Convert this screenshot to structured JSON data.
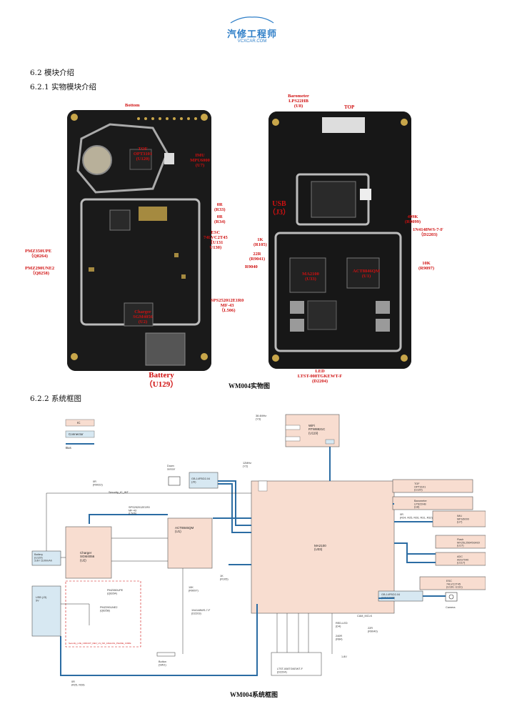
{
  "header": {
    "logo_cn": "汽修工程师",
    "logo_url": "VCXCAR.COM"
  },
  "sections": {
    "s1": "6.2 模块介绍",
    "s2": "6.2.1 实物模块介绍",
    "s3": "6.2.2 系统框图"
  },
  "photo": {
    "caption": "WM004实物图",
    "bottom_title": "Bottom",
    "top_title": "TOP",
    "bottom_labels": {
      "tof": "TOF\nOPT3101\n(U120)",
      "imu": "IMU\nMPU6000\n(U7)",
      "r33": "0R\n(R33)",
      "r34": "0R\n(R34)",
      "esc": "ESC\n74LVC2T45\n（U131\nU130)",
      "q8264": "PMZ350UPE\n（Q8264)",
      "q8258": "PMZ290UNE2\n（Q8258)",
      "l506": "SPS252012E1R0\nMF-43\n（L506)",
      "charger": "Charger\nSGM4056\n(U2)",
      "battery": "Battery\n（U129）"
    },
    "top_labels": {
      "baro": "Barometer\nLPS22HB\n(U8)",
      "usb": "USB\n（J3）",
      "r9099": "499K\n(R9099)",
      "d2203": "1N4148WS-7-F\n（D2203)",
      "r105": "1K\n(R105)",
      "r9041": "22R\n(R9041)",
      "r9040": "R9040",
      "r9097": "10K\n(R9097)",
      "led": "LED\nLTST-008TGKEWT-F\n(D2204)",
      "mcu": "MA2100\n(U33)",
      "act": "ACT8846QM\n(U1)"
    }
  },
  "diagram": {
    "caption": "WM004系统框图",
    "legend": {
      "ic": "IC",
      "connector": "Connector",
      "bus": "Bus"
    },
    "blocks": {
      "wifi": "WiFi\nRTW8821C\n(U119)",
      "main": "MA2100\n(U33)",
      "pmic": "ACT8846QM\n(U1)",
      "charger": "Charger\nSGM4056\n(U2)",
      "battery": "Battery\n(U129)\n3.8V 1100mAh",
      "usb": "USB (J3)\n5V",
      "tof": "TOF\nOPT3101\n(U120)",
      "baro": "Barometer\nLPS22HB\n(U8)",
      "imu": "IMU\nMPU6000\n(U7)",
      "flash": "Flash\nMX25L25645GM2I\n(U17)",
      "adc": "ADC\nADS7040\n(U117)",
      "esc": "ESC\n74LVC2T45\n(U130, U131)",
      "camera": "Camera",
      "down_sensor": "Down\nsensor",
      "led": "LTST-008TGKEWT-F\n(D2204)",
      "button": "Button\n(SW1)",
      "fpc_down": "GB-14FBD2-04\n(J9)",
      "fpc_cam": "GB-14FBD2-04\n(SW10005)"
    },
    "labels": {
      "xtal": "38.4MHz\n(Y3)",
      "xtal2": "12MHz\n(Y2)",
      "security": "Security_IC_INT",
      "r_sec": "0R\n(R9022)",
      "pmz1": "PMZ350UPE\n(Q8264)",
      "pmz2": "PMZ290UNE2\n(Q8258)",
      "l506": "SPS252012E1R0\nMF-43\n(L506)",
      "diode": "1N4148WS-7-F\n(D2203)",
      "r9097": "10K\n(R9097)",
      "r105": "1K\n(R105)",
      "led_red": "RED-LED\n(D4)",
      "led_r": "240R\n(R84)",
      "cam_mclk": "CAM_MCLK",
      "r22": "22R\n(R9040)",
      "r_usb": "0R\n(R25, R26)",
      "v18": "1.8V",
      "note_red": "Security_LVE_CIRCUIT_DEV_LS_NO_ANALOG_PHASE_CORE",
      "r_imu": "0R\n(R24, R25, R26, R31, R32)"
    }
  }
}
